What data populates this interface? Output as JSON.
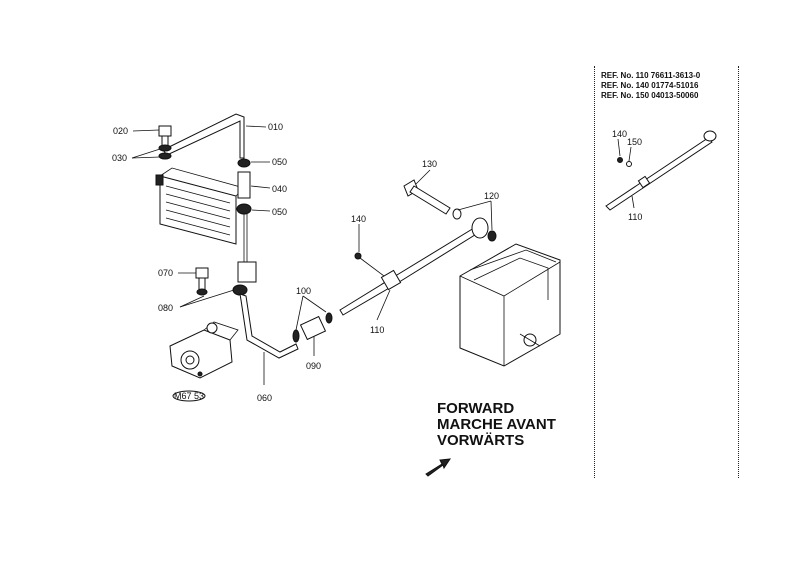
{
  "refs": [
    "REF. No. 110 76611-3613-0",
    "REF. No. 140 01774-51016",
    "REF. No. 150 04013-50060"
  ],
  "direction": [
    "FORWARD",
    "MARCHE AVANT",
    "VORWÄRTS"
  ],
  "stamp": "M67 53",
  "parts": {
    "p010": "010",
    "p020": "020",
    "p030": "030",
    "p040": "040",
    "p050a": "050",
    "p050b": "050",
    "p060": "060",
    "p070": "070",
    "p080": "080",
    "p090": "090",
    "p100": "100",
    "p110": "110",
    "p120": "120",
    "p130": "130",
    "p140": "140",
    "inset140": "140",
    "inset150": "150",
    "inset110": "110"
  }
}
